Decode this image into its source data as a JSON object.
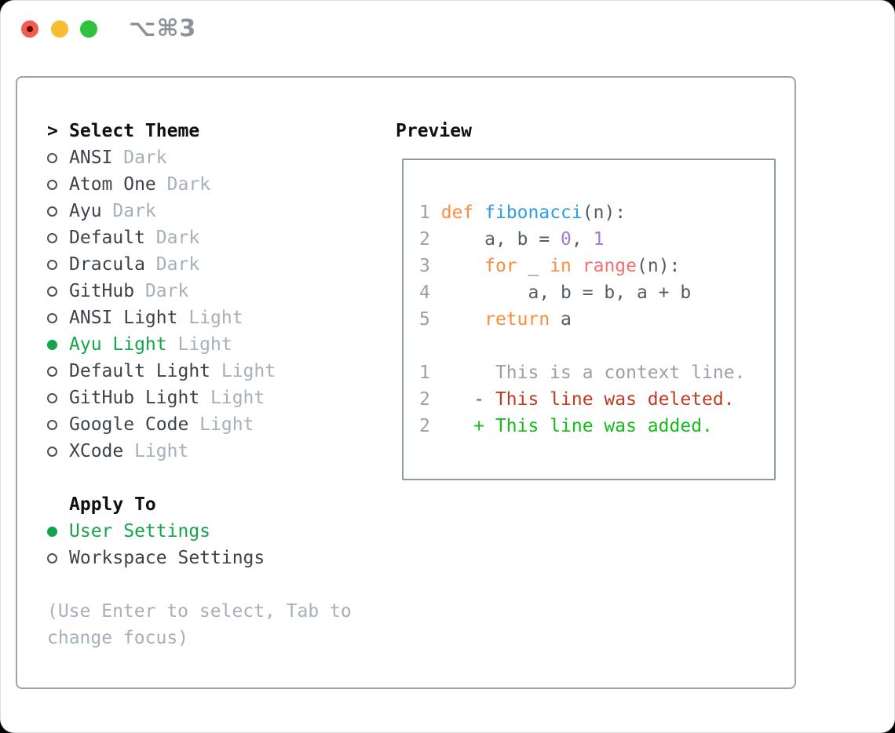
{
  "window": {
    "title_shortcut": "⌥⌘3",
    "traffic_lights": [
      {
        "name": "close-button",
        "color": "#f25d52"
      },
      {
        "name": "minimize-button",
        "color": "#f6bd30"
      },
      {
        "name": "zoom-button",
        "color": "#2ec23e"
      }
    ]
  },
  "theme_picker": {
    "prompt": ">",
    "header": "Select Theme",
    "items": [
      {
        "name": "ANSI",
        "tag": "Dark",
        "selected": false
      },
      {
        "name": "Atom One",
        "tag": "Dark",
        "selected": false
      },
      {
        "name": "Ayu",
        "tag": "Dark",
        "selected": false
      },
      {
        "name": "Default",
        "tag": "Dark",
        "selected": false
      },
      {
        "name": "Dracula",
        "tag": "Dark",
        "selected": false
      },
      {
        "name": "GitHub",
        "tag": "Dark",
        "selected": false
      },
      {
        "name": "ANSI Light",
        "tag": "Light",
        "selected": false
      },
      {
        "name": "Ayu Light",
        "tag": "Light",
        "selected": true
      },
      {
        "name": "Default Light",
        "tag": "Light",
        "selected": false
      },
      {
        "name": "GitHub Light",
        "tag": "Light",
        "selected": false
      },
      {
        "name": "Google Code",
        "tag": "Light",
        "selected": false
      },
      {
        "name": "XCode",
        "tag": "Light",
        "selected": false
      }
    ]
  },
  "apply_to": {
    "header": "Apply To",
    "options": [
      {
        "label": "User Settings",
        "selected": true
      },
      {
        "label": "Workspace Settings",
        "selected": false
      }
    ]
  },
  "help_text": "(Use Enter to select, Tab to change focus)",
  "preview": {
    "header": "Preview",
    "lines": [
      {
        "segments": []
      },
      {
        "segments": [
          {
            "t": "1",
            "c": "num"
          },
          {
            "t": " ",
            "c": "fg"
          },
          {
            "t": "def",
            "c": "kw"
          },
          {
            "t": " ",
            "c": "fg"
          },
          {
            "t": "fibonacci",
            "c": "fn"
          },
          {
            "t": "(n):",
            "c": "fg"
          }
        ]
      },
      {
        "segments": [
          {
            "t": "2",
            "c": "num"
          },
          {
            "t": "     a, b = ",
            "c": "fg"
          },
          {
            "t": "0",
            "c": "const"
          },
          {
            "t": ", ",
            "c": "fg"
          },
          {
            "t": "1",
            "c": "const"
          }
        ]
      },
      {
        "segments": [
          {
            "t": "3",
            "c": "num"
          },
          {
            "t": "     ",
            "c": "fg"
          },
          {
            "t": "for",
            "c": "kw"
          },
          {
            "t": " _ ",
            "c": "fg"
          },
          {
            "t": "in",
            "c": "kw"
          },
          {
            "t": " ",
            "c": "fg"
          },
          {
            "t": "range",
            "c": "coral"
          },
          {
            "t": "(n):",
            "c": "fg"
          }
        ]
      },
      {
        "segments": [
          {
            "t": "4",
            "c": "num"
          },
          {
            "t": "         a, b = b, a + b",
            "c": "fg"
          }
        ]
      },
      {
        "segments": [
          {
            "t": "5",
            "c": "num"
          },
          {
            "t": "     ",
            "c": "fg"
          },
          {
            "t": "return",
            "c": "kw"
          },
          {
            "t": " a",
            "c": "fg"
          }
        ]
      },
      {
        "segments": []
      },
      {
        "segments": [
          {
            "t": "1",
            "c": "num"
          },
          {
            "t": "      This is a context line.",
            "c": "ctx"
          }
        ]
      },
      {
        "segments": [
          {
            "t": "2",
            "c": "num"
          },
          {
            "t": "    ",
            "c": "fg"
          },
          {
            "t": "- This line was deleted.",
            "c": "del"
          }
        ]
      },
      {
        "segments": [
          {
            "t": "2",
            "c": "num"
          },
          {
            "t": "    ",
            "c": "fg"
          },
          {
            "t": "+ This line was added.",
            "c": "add"
          }
        ]
      }
    ]
  },
  "colors": {
    "accent_green": "#16a34a",
    "added_green": "#16bb1c",
    "deleted_red": "#c23a20",
    "keyword_orange": "#fb8d3c",
    "function_blue": "#319ce4",
    "constant_purple": "#a37acc",
    "builtin_coral": "#f3716f",
    "code_foreground": "#565c63",
    "line_number_gray": "#98a1aa",
    "dim_text": "#a6b0ba",
    "panel_border": "#9aa3af",
    "traffic_red": "#f25d52",
    "traffic_yellow": "#f6bd30",
    "traffic_green": "#2ec23e"
  }
}
